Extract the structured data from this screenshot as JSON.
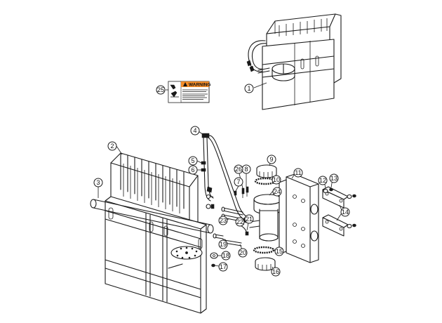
{
  "callouts": [
    {
      "id": "c1",
      "label": "1"
    },
    {
      "id": "c2",
      "label": "2"
    },
    {
      "id": "c3",
      "label": "3"
    },
    {
      "id": "c4",
      "label": "4"
    },
    {
      "id": "c5",
      "label": "5"
    },
    {
      "id": "c6",
      "label": "6"
    },
    {
      "id": "c7",
      "label": "7"
    },
    {
      "id": "c8",
      "label": "8"
    },
    {
      "id": "c9",
      "label": "9"
    },
    {
      "id": "c10",
      "label": "10"
    },
    {
      "id": "c11",
      "label": "11"
    },
    {
      "id": "c12",
      "label": "12"
    },
    {
      "id": "c13",
      "label": "13"
    },
    {
      "id": "c14",
      "label": "14"
    },
    {
      "id": "c15",
      "label": "15"
    },
    {
      "id": "c16",
      "label": "16"
    },
    {
      "id": "c17",
      "label": "17"
    },
    {
      "id": "c18",
      "label": "18"
    },
    {
      "id": "c19",
      "label": "19"
    },
    {
      "id": "c20",
      "label": "20"
    },
    {
      "id": "c21",
      "label": "21"
    },
    {
      "id": "c22",
      "label": "22"
    },
    {
      "id": "c23",
      "label": "23"
    },
    {
      "id": "c24",
      "label": "24"
    },
    {
      "id": "c25",
      "label": "25"
    },
    {
      "id": "c26",
      "label": "26"
    }
  ],
  "warning_decal": {
    "title": "WARNING",
    "accent_color": "#f28c28"
  },
  "colors": {
    "line": "#1a1a1a",
    "background": "#ffffff"
  }
}
